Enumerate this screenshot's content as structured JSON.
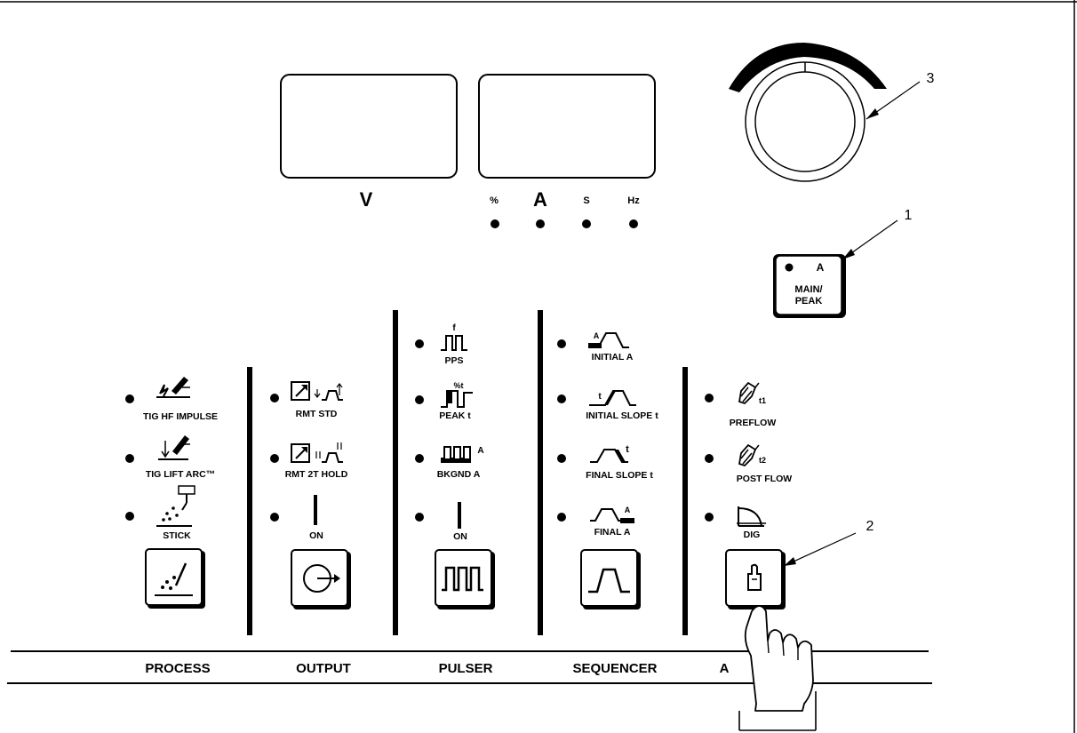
{
  "displays": {
    "volt_unit": "V",
    "amp_units": [
      "%",
      "A",
      "S",
      "Hz"
    ]
  },
  "callouts": [
    "1",
    "2",
    "3"
  ],
  "main_peak": {
    "indicator_label": "A",
    "label_line1": "MAIN/",
    "label_line2": "PEAK"
  },
  "sections": {
    "process": {
      "title": "PROCESS",
      "items": [
        "TIG HF IMPULSE",
        "TIG LIFT ARC™",
        "STICK"
      ]
    },
    "output": {
      "title": "OUTPUT",
      "items": [
        "RMT STD",
        "RMT 2T HOLD",
        "ON"
      ]
    },
    "pulser": {
      "title": "PULSER",
      "items": [
        "PPS",
        "PEAK t",
        "BKGND A",
        "ON"
      ]
    },
    "sequencer": {
      "title": "SEQUENCER",
      "items": [
        "INITIAL A",
        "INITIAL SLOPE t",
        "FINAL SLOPE t",
        "FINAL A"
      ]
    },
    "adv": {
      "title_visible": "A",
      "items": [
        "PREFLOW",
        "POST FLOW",
        "DIG"
      ]
    }
  },
  "icon_text": {
    "pps_f": "f",
    "peak_pct": "%t",
    "bkgnd_a": "A",
    "initial_a": "A",
    "initial_slope_t": "t",
    "final_slope_t": "t",
    "final_a": "A",
    "preflow_t1": "t1",
    "postflow_t2": "t2"
  }
}
